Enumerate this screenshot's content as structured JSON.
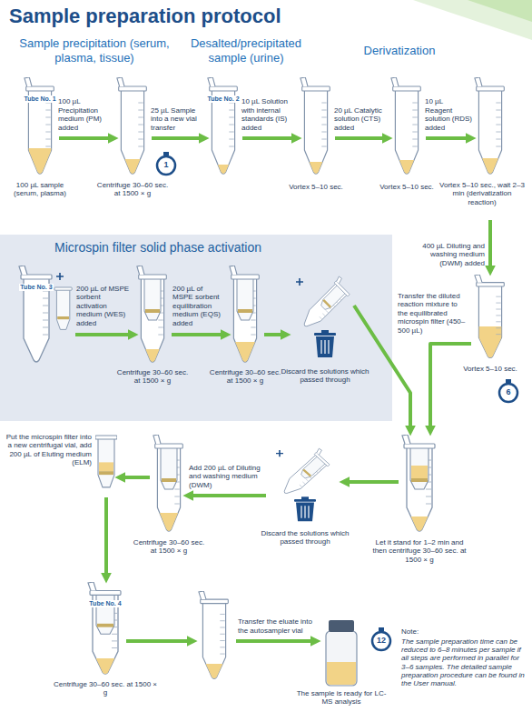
{
  "diagram": {
    "title": "Sample preparation protocol",
    "nodes": [
      {
        "text": [
          "Tube No. 1",
          "100 µL sample (serum, plasma)"
        ]
      },
      {
        "text": [
          "Centrifuge 30–60 sec. at 1500 × g"
        ]
      },
      {
        "text": [
          "Tube No. 2"
        ]
      },
      {
        "text": [
          "Vortex 5–10 sec."
        ]
      },
      {
        "text": [
          "Vortex 5–10 sec."
        ]
      },
      {
        "text": [
          "Vortex 5–10 sec., wait 2–3 min (derivatization reaction)"
        ]
      },
      {
        "text": [
          "Vortex 5–10 sec."
        ]
      },
      {
        "text": [
          "Microspin filter solid phase activation"
        ]
      },
      {
        "text": [
          "Tube No. 3"
        ],
        "in": 7
      },
      {
        "text": [
          "Centrifuge 30–60 sec. at 1500 × g"
        ],
        "in": 7
      },
      {
        "text": [
          "Centrifuge 30–60 sec. at 1500 × g"
        ],
        "in": 7
      },
      {
        "text": [
          "Discard the solutions which passed through"
        ],
        "in": 7
      },
      {
        "text": [
          "Let it stand for 1–2 min and then centrifuge 30–60 sec. at 1500 × g"
        ]
      },
      {
        "text": [
          "Discard the solutions which passed through"
        ]
      },
      {
        "text": [
          "Centrifuge 30–60 sec. at 1500 × g"
        ]
      },
      {
        "text": [
          "Put the microspin filter into a new centrifugal vial, add 200 µL of Eluting medium (ELM)"
        ]
      },
      {
        "text": [
          "Tube No. 4",
          "Centrifuge 30–60 sec. at 1500 × g"
        ]
      },
      {
        "text": [
          "The sample is ready for LC-MS analysis"
        ]
      }
    ],
    "edges": [
      {
        "from": 0,
        "to": 1,
        "arrow": "to",
        "label": "100 µL Precipitation medium (PM) added"
      },
      {
        "from": 1,
        "to": 2,
        "arrow": "to",
        "label": "25 µL Sample into a new vial transfer"
      },
      {
        "from": 2,
        "to": 3,
        "arrow": "to",
        "label": "10 µL Solution with internal standards (IS) added"
      },
      {
        "from": 3,
        "to": 4,
        "arrow": "to",
        "label": "20 µL Catalytic solution (CTS) added"
      },
      {
        "from": 4,
        "to": 5,
        "arrow": "to",
        "label": "10 µL Reagent solution (RDS) added"
      },
      {
        "from": 5,
        "to": 6,
        "arrow": "to",
        "label": "400 µL Diluting and washing medium (DWM) added"
      },
      {
        "from": 8,
        "to": 9,
        "arrow": "to",
        "label": "200 µL of MSPE sorbent activation medium (WES) added"
      },
      {
        "from": 9,
        "to": 10,
        "arrow": "to",
        "label": "200 µL of MSPE sorbent equilibration medium (EQS) added"
      },
      {
        "from": 10,
        "to": 11,
        "arrow": "to"
      },
      {
        "from": 6,
        "to": 12,
        "arrow": "to",
        "label": "Transfer the diluted reaction mixture to the equilibrated microspin filter (450–500 µL)"
      },
      {
        "from": 11,
        "to": 12,
        "arrow": "to"
      },
      {
        "from": 12,
        "to": 13,
        "arrow": "to"
      },
      {
        "from": 13,
        "to": 14,
        "arrow": "to",
        "label": "Add 200 µL of Diluting and washing medium (DWM)"
      },
      {
        "from": 14,
        "to": 15,
        "arrow": "to"
      },
      {
        "from": 15,
        "to": 16,
        "arrow": "to"
      },
      {
        "from": 16,
        "to": 17,
        "arrow": "to",
        "label": "Transfer the eluate into the autosampler vial"
      }
    ],
    "labels": [
      "Sample precipitation (serum, plasma, tissue)",
      "Desalted/precipitated sample (urine)",
      "Derivatization",
      "1",
      "6",
      "12",
      "Note:",
      "The sample preparation time can be reduced to 6–8 minutes per sample if all steps are performed in parallel for 3–6 samples. The detailed sample preparation procedure can be found in the User manual."
    ]
  }
}
